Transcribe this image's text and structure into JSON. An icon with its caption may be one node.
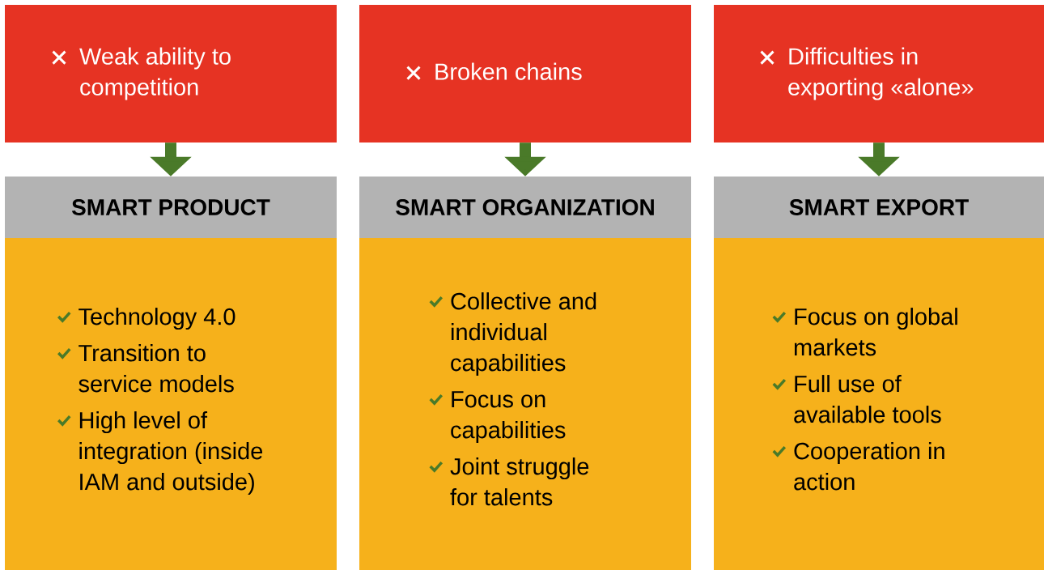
{
  "diagram": {
    "nodes": [
      {
        "text": [
          "Weak ability to competition"
        ]
      },
      {
        "text": [
          "Broken chains"
        ]
      },
      {
        "text": [
          "Difficulties in exporting «alone»"
        ]
      },
      {
        "text": [
          "SMART PRODUCT"
        ]
      },
      {
        "text": [
          "SMART ORGANIZATION"
        ]
      },
      {
        "text": [
          "SMART EXPORT"
        ]
      },
      {
        "text": [
          "Technology 4.0",
          "Transition to service models",
          "High level of integration (inside IAM and outside)"
        ]
      },
      {
        "text": [
          "Collective and individual capabilities",
          "Focus on capabilities",
          "Joint struggle for talents"
        ]
      },
      {
        "text": [
          "Focus on global markets",
          "Full use of available tools",
          "Cooperation in action"
        ]
      }
    ],
    "edges": [
      {
        "from": 0,
        "to": 3,
        "arrow": "to"
      },
      {
        "from": 1,
        "to": 4,
        "arrow": "to"
      },
      {
        "from": 2,
        "to": 5,
        "arrow": "to"
      }
    ]
  }
}
